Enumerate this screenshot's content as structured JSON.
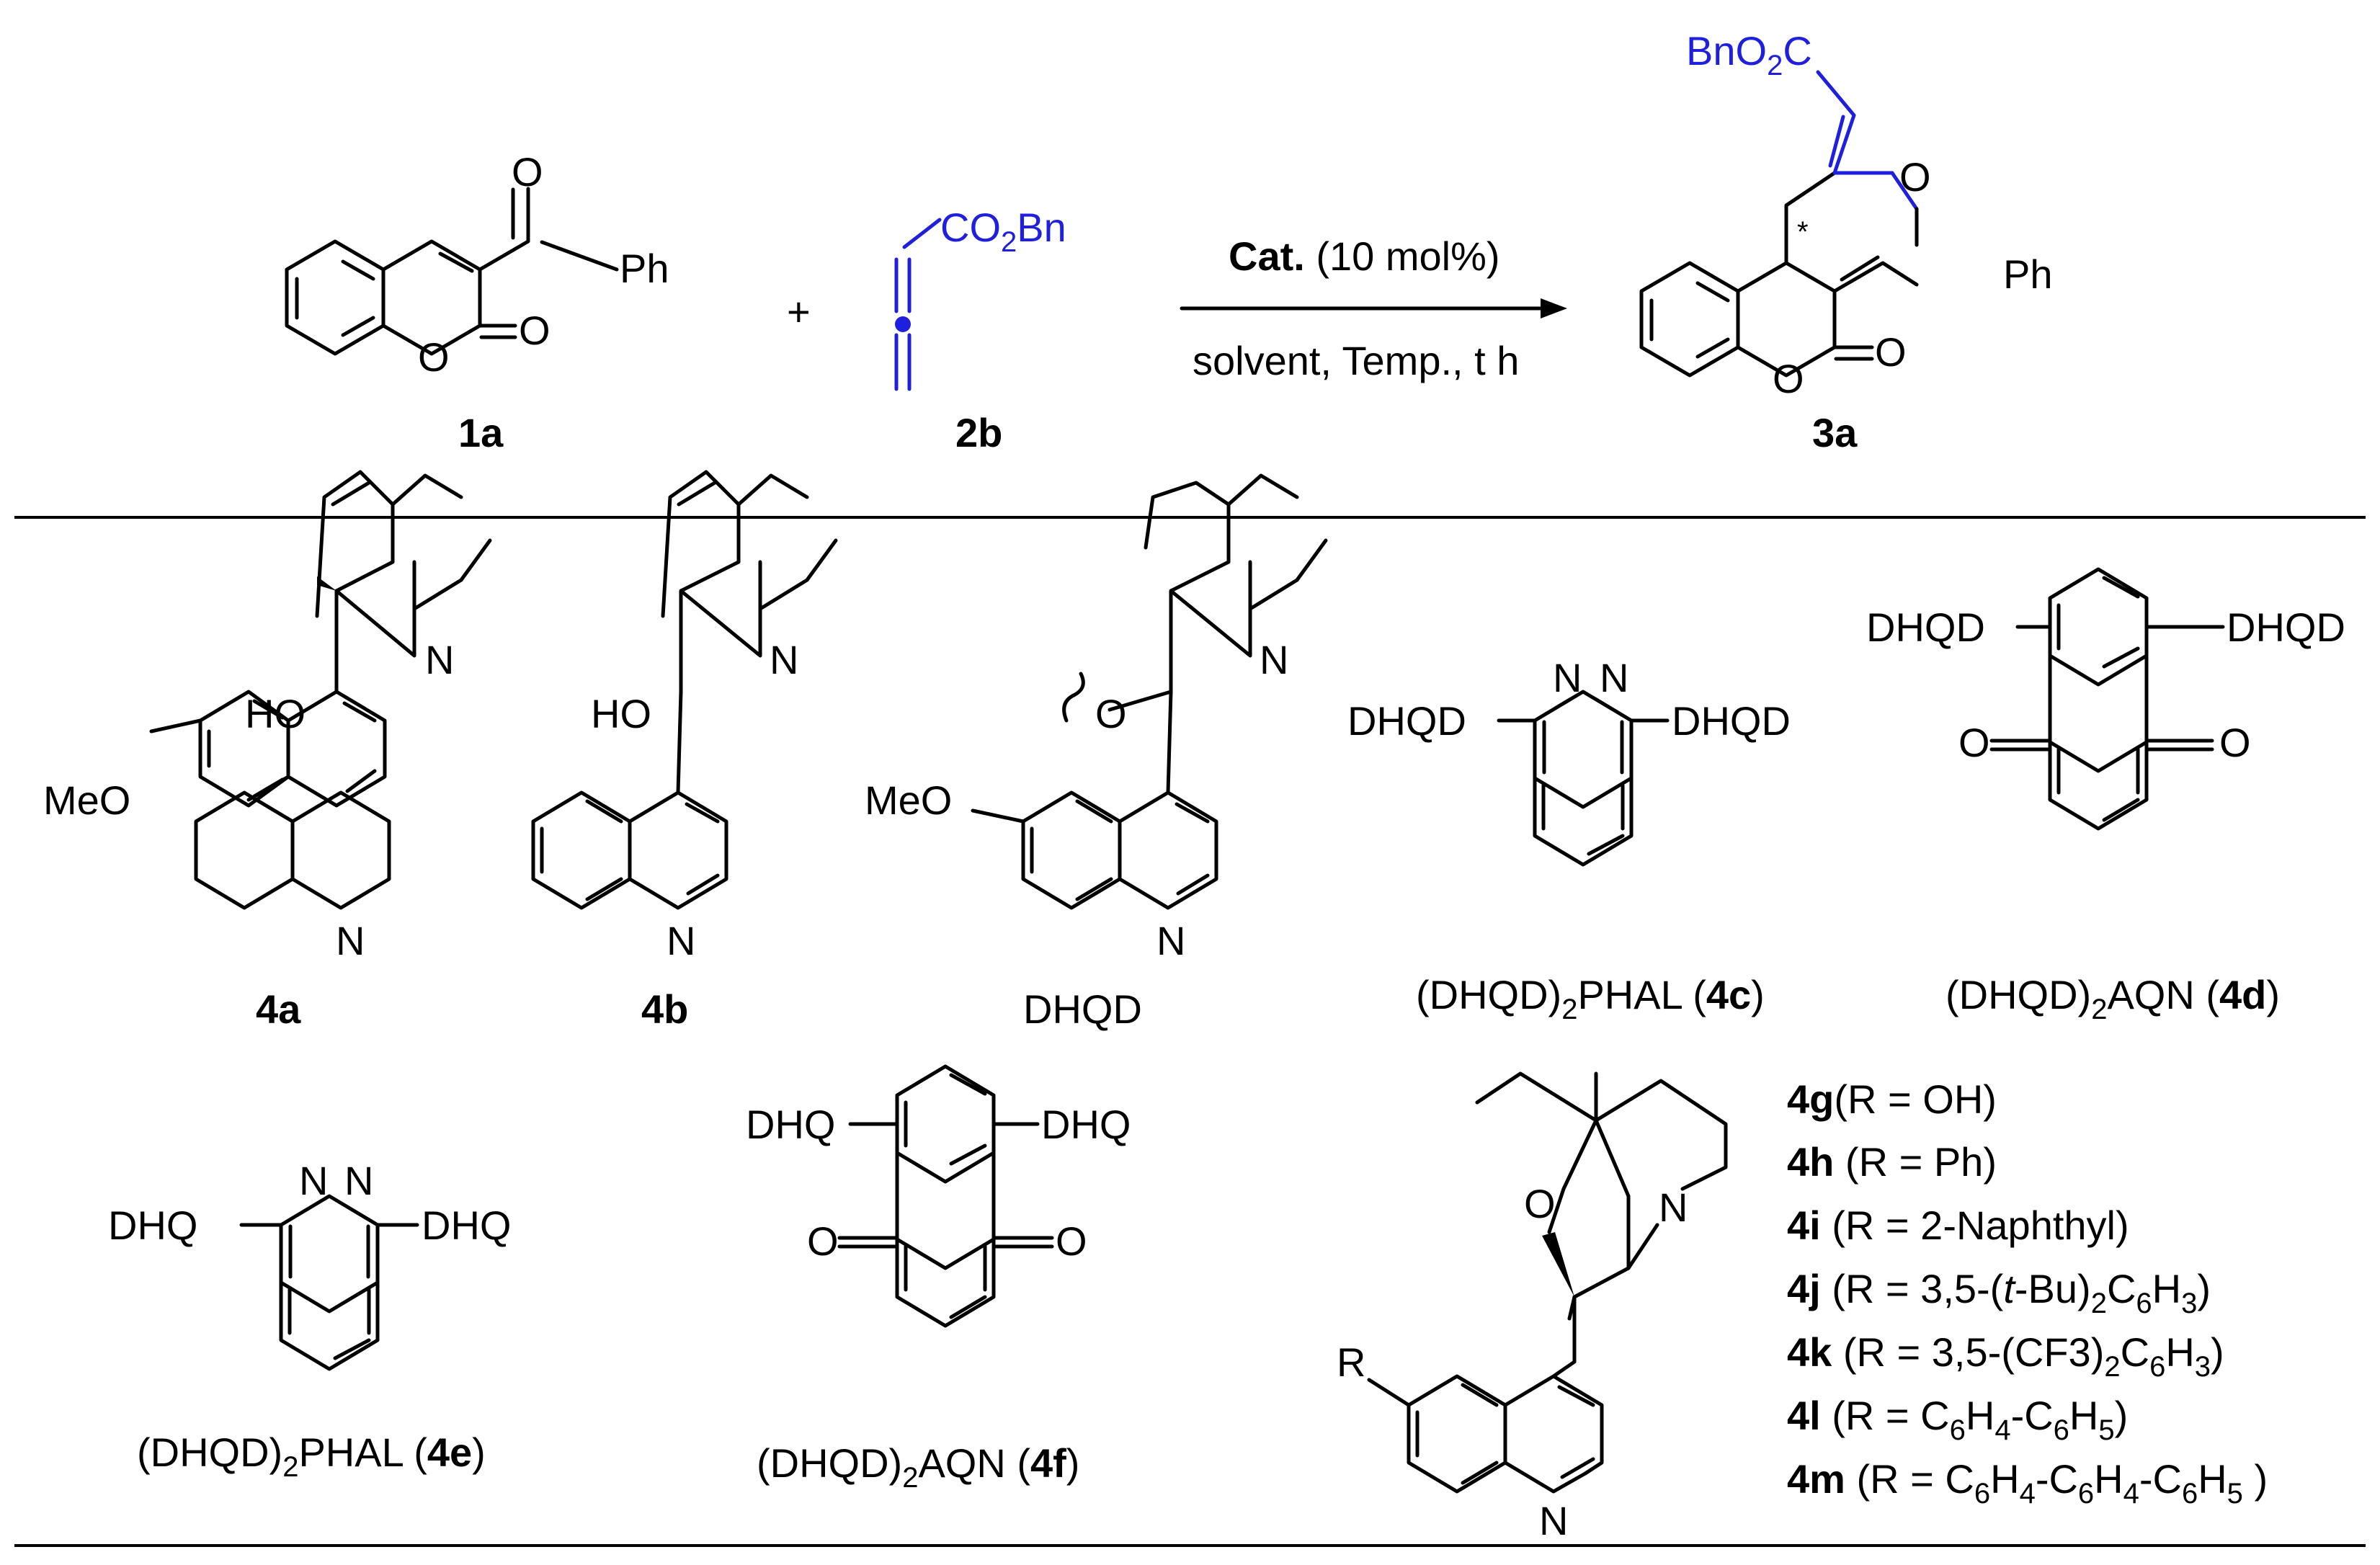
{
  "colors": {
    "blue": "#1f1fe0",
    "black": "#000000"
  },
  "reaction": {
    "compound_1a": {
      "label": "1a",
      "atoms": {
        "o_ring": "O",
        "o_lactone": "O",
        "o_ketone": "O",
        "ph": "Ph"
      }
    },
    "plus": "+",
    "compound_2b": {
      "label": "2b",
      "group_co": "CO",
      "group_2": "2",
      "group_bn": "Bn"
    },
    "conditions": {
      "catalyst_bold": "Cat.",
      "catalyst_load": " (10 mol%)",
      "solvent": "solvent, Temp., t h"
    },
    "product_3a": {
      "label": "3a",
      "ester_bn": "BnO",
      "ester_2": "2",
      "ester_c": "C",
      "star": "*",
      "atoms": {
        "o_pyran": "O",
        "ph": "Ph",
        "o_ring": "O",
        "o_lactone": "O"
      }
    }
  },
  "catalysts": {
    "c4a": {
      "label": "4a",
      "ho": "HO",
      "meo": "MeO",
      "n_quin": "N",
      "n_bridge": "N"
    },
    "c4b": {
      "label": "4b",
      "ho": "HO",
      "n_quin": "N",
      "n_bridge": "N"
    },
    "dhqd": {
      "label": "DHQD",
      "o": "O",
      "meo": "MeO",
      "n_quin": "N",
      "n_bridge": "N"
    },
    "c4c": {
      "left": "DHQD",
      "right": "DHQD",
      "n1": "N",
      "n2": "N",
      "cap_pre": "(DHQD)",
      "cap_sub": "2",
      "cap_mid": "PHAL (",
      "cap_bold": "4c",
      "cap_post": ")"
    },
    "c4d": {
      "left": "DHQD",
      "right": "DHQD",
      "o1": "O",
      "o2": "O",
      "cap_pre": "(DHQD)",
      "cap_sub": "2",
      "cap_mid": "AQN (",
      "cap_bold": "4d",
      "cap_post": ")"
    },
    "c4e": {
      "left": "DHQ",
      "right": "DHQ",
      "n1": "N",
      "n2": "N",
      "cap_pre": "(DHQD)",
      "cap_sub": "2",
      "cap_mid": "PHAL (",
      "cap_bold": "4e",
      "cap_post": ")"
    },
    "c4f": {
      "left": "DHQ",
      "right": "DHQ",
      "o1": "O",
      "o2": "O",
      "cap_pre": "(DHQD)",
      "cap_sub": "2",
      "cap_mid": "AQN (",
      "cap_bold": "4f",
      "cap_post": ")"
    },
    "c4g_m": {
      "o": "O",
      "r": "R",
      "n_quin": "N",
      "n_bridge": "N",
      "list": [
        {
          "id": "4g",
          "pre": "(R = OH)"
        },
        {
          "id": "4h",
          "pre": " (R = Ph)"
        },
        {
          "id": "4i",
          "pre": " (R = 2-Naphthyl)"
        },
        {
          "id": "4j",
          "pre": " (R = 3,5-(",
          "it": "t",
          "mid": "-Bu)",
          "s1": "2",
          "m2": "C",
          "s2": "6",
          "m3": "H",
          "s3": "3",
          "post": ")"
        },
        {
          "id": "4k",
          "pre": " (R = 3,5-(CF3)",
          "s1": "2",
          "m2": "C",
          "s2": "6",
          "m3": "H",
          "s3": "3",
          "post": ")"
        },
        {
          "id": "4l",
          "pre": " (R = C",
          "s1": "6",
          "m2": "H",
          "s2": "4",
          "m3": "-C",
          "s3": "6",
          "m4": "H",
          "s4": "5",
          "post": ")"
        },
        {
          "id": "4m",
          "pre": " (R = C",
          "s1": "6",
          "m2": "H",
          "s2": "4",
          "m3": "-C",
          "s3": "6",
          "m4": "H",
          "s4": "4",
          "m5": "-C",
          "s5": "6",
          "m6": "H",
          "s6": "5",
          "post": " )"
        }
      ]
    }
  }
}
